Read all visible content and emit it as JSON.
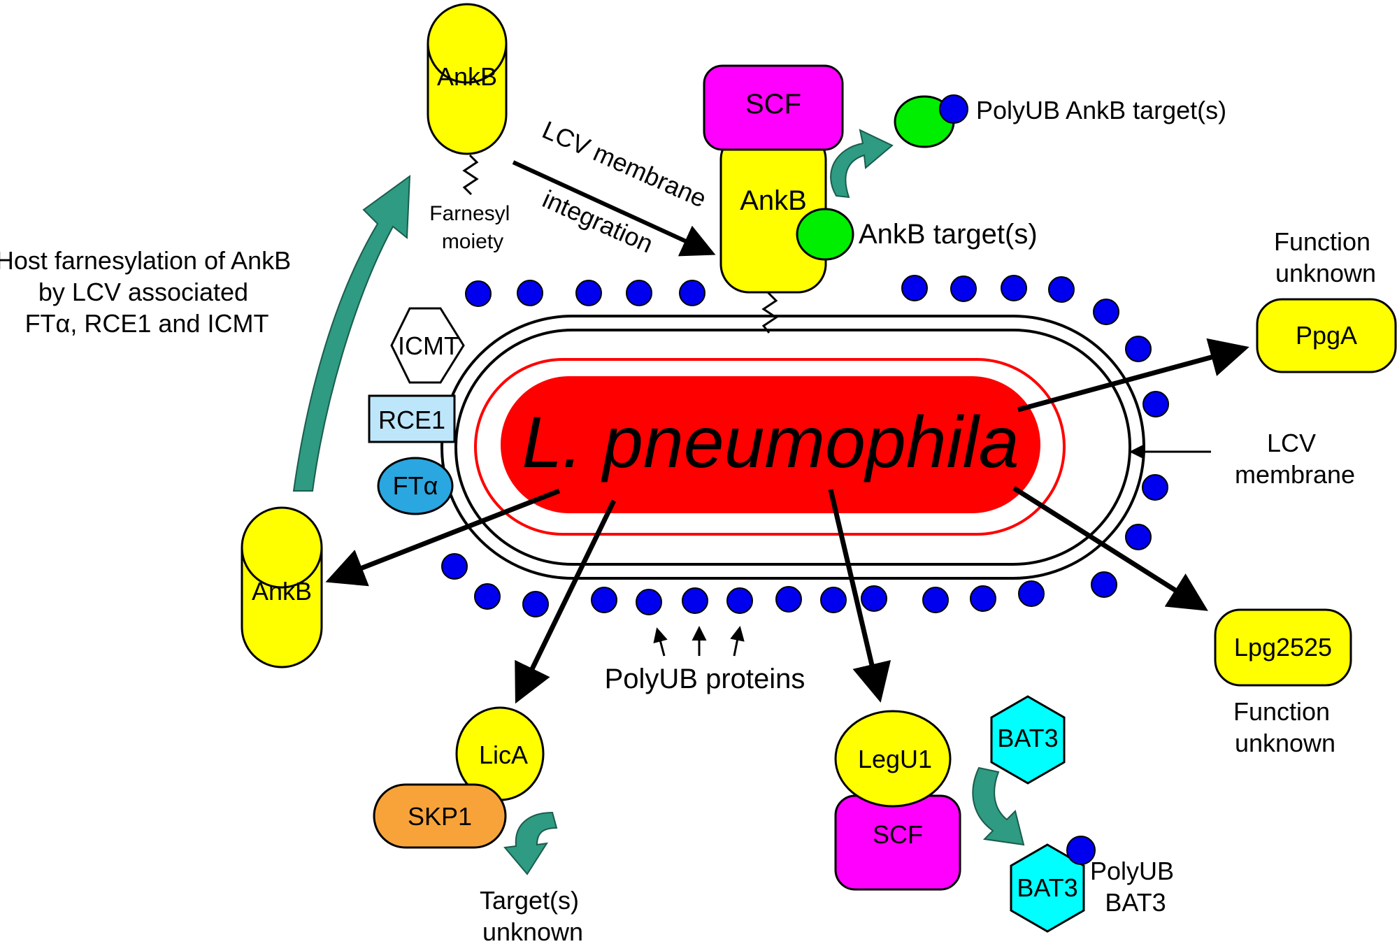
{
  "organism": "L. pneumophila",
  "colors": {
    "bacterium": "#ff0000",
    "effector": "#ffff00",
    "scf": "#ff00ff",
    "skp1": "#f8a33a",
    "target": "#00ee00",
    "ubiquitin": "#0000ee",
    "bat3": "#00ffff",
    "rce1": "#bde6fa",
    "fta": "#2aa6e0",
    "curved_arrow": "#2e9b82"
  },
  "membrane": {
    "icmt": "ICMT",
    "rce1": "RCE1",
    "fta": "FTα",
    "lcv_line1": "LCV",
    "lcv_line2": "membrane"
  },
  "ankb": {
    "free_label": "AnkB",
    "farnesylated_label": "AnkB",
    "farnesyl_line1": "Farnesyl",
    "farnesyl_line2": "moiety",
    "host_line1": "Host farnesylation of AnkB",
    "host_line2": "by LCV associated",
    "host_line3": "FTα, RCE1 and ICMT",
    "integration_line1": "LCV membrane",
    "integration_line2": "integration",
    "membrane_label": "AnkB",
    "scf_label": "SCF",
    "target_label": "AnkB target(s)",
    "polyub_target_label": "PolyUB AnkB target(s)"
  },
  "ppga": {
    "label": "PpgA",
    "fn_line1": "Function",
    "fn_line2": "unknown"
  },
  "lpg2525": {
    "label": "Lpg2525",
    "fn_line1": "Function",
    "fn_line2": "unknown"
  },
  "polyub_proteins": "PolyUB proteins",
  "lica": {
    "label": "LicA",
    "skp1_label": "SKP1",
    "target_line1": "Target(s)",
    "target_line2": "unknown"
  },
  "legu1": {
    "label": "LegU1",
    "scf_label": "SCF",
    "bat3_label": "BAT3",
    "polyub_bat3_label": "BAT3",
    "polyub_line1": "PolyUB",
    "polyub_line2": "BAT3"
  }
}
